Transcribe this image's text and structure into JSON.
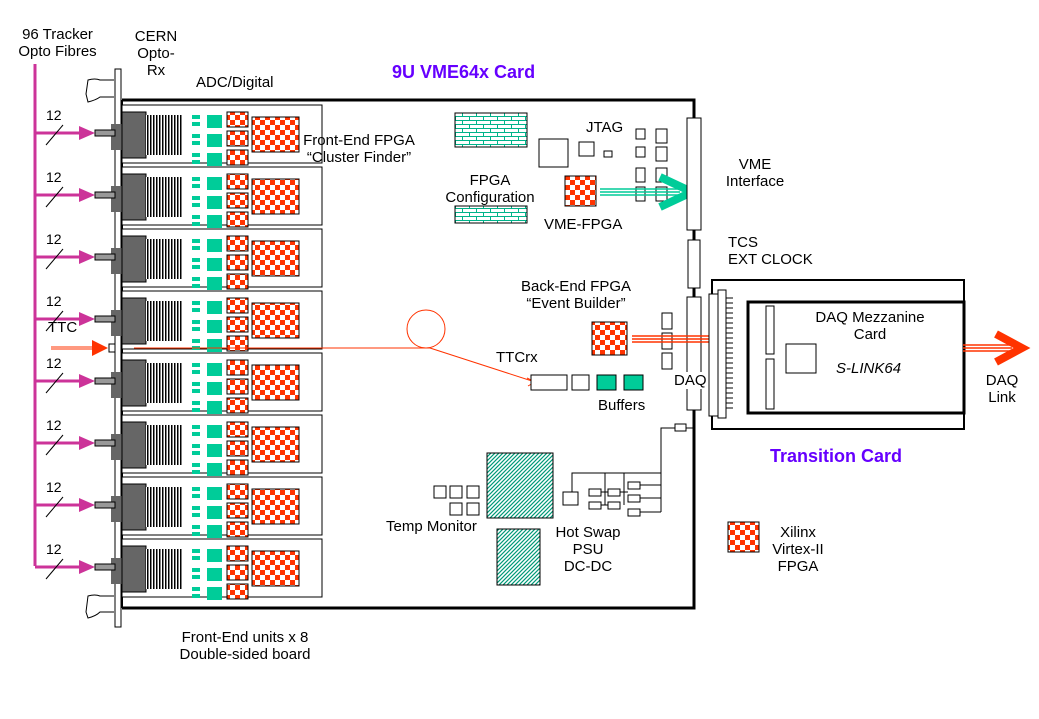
{
  "colors": {
    "fibre": "#cc3399",
    "fpga_red": "#ff3300",
    "teal": "#00cc99",
    "title_purple": "#6600ff",
    "connector_grey": "#666666",
    "ttc_line": "#ff3300"
  },
  "labels": {
    "tracker_fibres": [
      "96 Tracker",
      "Opto Fibres"
    ],
    "cern_optorx": [
      "CERN",
      "Opto-",
      "Rx"
    ],
    "adc_digital": "ADC/Digital",
    "card_title": "9U VME64x Card",
    "front_end_fpga": [
      "Front-End FPGA",
      "“Cluster Finder”"
    ],
    "fpga_config": [
      "FPGA",
      "Configuration"
    ],
    "jtag": "JTAG",
    "vme_fpga": "VME-FPGA",
    "vme_interface": [
      "VME",
      "Interface"
    ],
    "tcs_clock": [
      "TCS",
      "EXT CLOCK"
    ],
    "back_end_fpga": [
      "Back-End FPGA",
      "“Event Builder”"
    ],
    "ttc": "TTC",
    "ttcrx": "TTCrx",
    "buffers": "Buffers",
    "daq": "DAQ",
    "daq_mezzanine": [
      "DAQ Mezzanine",
      "Card"
    ],
    "slink": "S-LINK64",
    "daq_link": [
      "DAQ",
      "Link"
    ],
    "transition_card": "Transition Card",
    "temp_monitor": "Temp Monitor",
    "hot_swap": [
      "Hot Swap",
      "PSU",
      "DC-DC"
    ],
    "legend_xilinx": [
      "Xilinx",
      "Virtex-II",
      "FPGA"
    ],
    "front_end_units": [
      "Front-End units x 8",
      "Double-sided board"
    ],
    "fibre_count": "12"
  },
  "front_end_units": [
    {
      "fibres": "12"
    },
    {
      "fibres": "12"
    },
    {
      "fibres": "12"
    },
    {
      "fibres": "12"
    },
    {
      "fibres": "12"
    },
    {
      "fibres": "12"
    },
    {
      "fibres": "12"
    },
    {
      "fibres": "12"
    }
  ]
}
